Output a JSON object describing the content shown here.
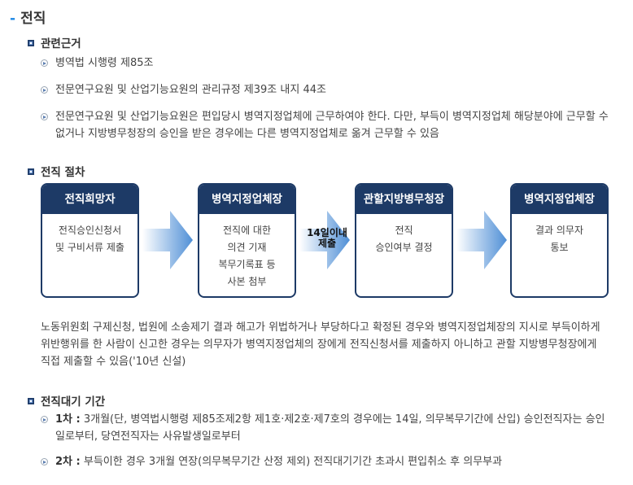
{
  "title": "전직",
  "legal_basis": {
    "heading": "관련근거",
    "items": [
      "병역법 시행령 제85조",
      "전문연구요원 및 산업기능요원의 관리규정 제39조 내지 44조",
      "전문연구요원 및 산업기능요원은 편입당시 병역지정업체에 근무하여야 한다. 다만, 부득이 병역지정업체 해당분야에 근무할 수 없거나 지방병무청장의 승인을 받은 경우에는 다른 병역지정업체로 옮겨 근무할 수 있음"
    ]
  },
  "procedure": {
    "heading": "전직 절차",
    "steps": [
      {
        "title": "전직희망자",
        "lines": [
          "전직승인신청서",
          "및 구비서류 제출"
        ]
      },
      {
        "title": "병역지정업체장",
        "lines": [
          "전직에 대한",
          "의견 기재",
          "복무기록표 등",
          "사본 첨부"
        ]
      },
      {
        "title": "관할지방병무청장",
        "lines": [
          "전직",
          "승인여부 결정"
        ]
      },
      {
        "title": "병역지정업체장",
        "lines": [
          "결과 의무자",
          "통보"
        ]
      }
    ],
    "arrow_label_lines": [
      "14일이내",
      "제출"
    ],
    "note": "노동위원회 구제신청, 법원에 소송제기 결과 해고가 위법하거나 부당하다고 확정된 경우와 병역지정업체장의 지시로 부득이하게 위반행위를 한 사람이 신고한 경우는 의무자가 병역지정업체의 장에게 전직신청서를 제출하지 아니하고 관할 지방병무청장에게 직접 제출할 수 있음('10년 신설)"
  },
  "waiting": {
    "heading": "전직대기 기간",
    "items": [
      {
        "label": "1차 :",
        "text": " 3개월(단, 병역법시행령 제85조제2항 제1호·제2호·제7호의 경우에는 14일, 의무복무기간에 산입) 승인전직자는 승인일로부터, 당연전직자는 사유발생일로부터"
      },
      {
        "label": "2차 :",
        "text": " 부득이한 경우 3개월 연장(의무복무기간 산정 제외) 전직대기기간 초과시 편입취소 후 의무부과"
      }
    ]
  },
  "colors": {
    "accent_dash": "#1e88e5",
    "box_navy": "#1d3a66",
    "arrow_blue": "#4f8fd6"
  }
}
